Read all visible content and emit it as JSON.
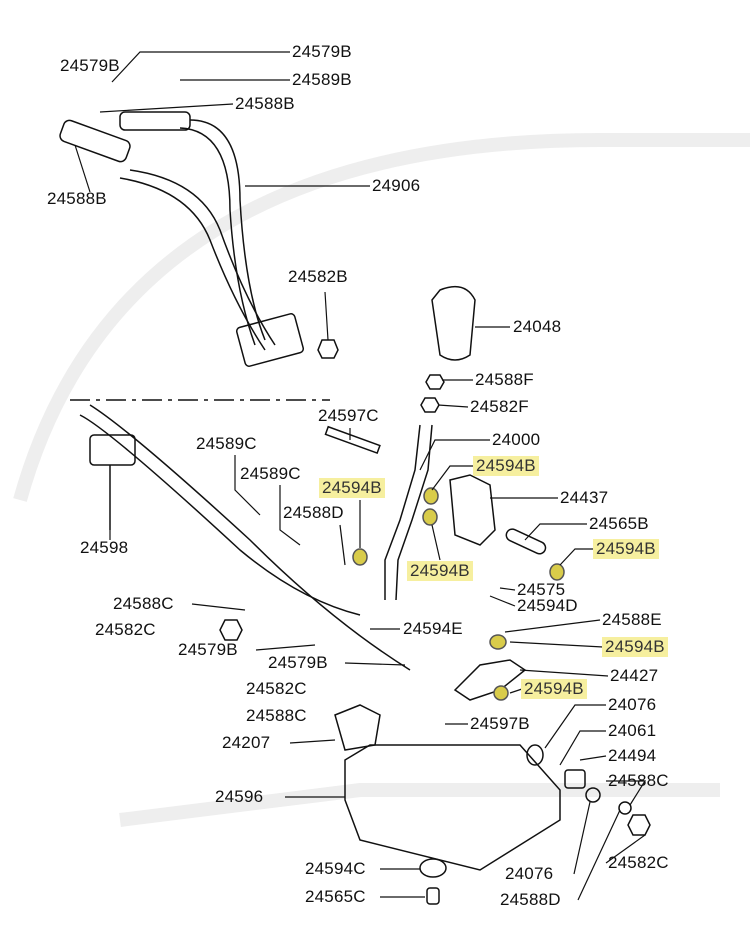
{
  "colors": {
    "highlight": "#f6ef9f",
    "highlighted_part": "#d9cc4a",
    "line": "#111111",
    "watermark": "#eeeeee"
  },
  "labels": [
    {
      "text": "24579B",
      "highlight": false
    },
    {
      "text": "24579B",
      "highlight": false
    },
    {
      "text": "24589B",
      "highlight": false
    },
    {
      "text": "24588B",
      "highlight": false
    },
    {
      "text": "24588B",
      "highlight": false
    },
    {
      "text": "24906",
      "highlight": false
    },
    {
      "text": "24582B",
      "highlight": false
    },
    {
      "text": "24048",
      "highlight": false
    },
    {
      "text": "24588F",
      "highlight": false
    },
    {
      "text": "24582F",
      "highlight": false
    },
    {
      "text": "24597C",
      "highlight": false
    },
    {
      "text": "24000",
      "highlight": false
    },
    {
      "text": "24589C",
      "highlight": false
    },
    {
      "text": "24594B",
      "highlight": true
    },
    {
      "text": "24589C",
      "highlight": false
    },
    {
      "text": "24594B",
      "highlight": true
    },
    {
      "text": "24437",
      "highlight": false
    },
    {
      "text": "24588D",
      "highlight": false
    },
    {
      "text": "24565B",
      "highlight": false
    },
    {
      "text": "24598",
      "highlight": false
    },
    {
      "text": "24594B",
      "highlight": true
    },
    {
      "text": "24594B",
      "highlight": true
    },
    {
      "text": "24575",
      "highlight": false
    },
    {
      "text": "24588C",
      "highlight": false
    },
    {
      "text": "24594D",
      "highlight": false
    },
    {
      "text": "24588E",
      "highlight": false
    },
    {
      "text": "24582C",
      "highlight": false
    },
    {
      "text": "24594E",
      "highlight": false
    },
    {
      "text": "24594B",
      "highlight": true
    },
    {
      "text": "24579B",
      "highlight": false
    },
    {
      "text": "24579B",
      "highlight": false
    },
    {
      "text": "24427",
      "highlight": false
    },
    {
      "text": "24582C",
      "highlight": false
    },
    {
      "text": "24594B",
      "highlight": true
    },
    {
      "text": "24588C",
      "highlight": false
    },
    {
      "text": "24076",
      "highlight": false
    },
    {
      "text": "24597B",
      "highlight": false
    },
    {
      "text": "24061",
      "highlight": false
    },
    {
      "text": "24207",
      "highlight": false
    },
    {
      "text": "24494",
      "highlight": false
    },
    {
      "text": "24596",
      "highlight": false
    },
    {
      "text": "24588C",
      "highlight": false
    },
    {
      "text": "24594C",
      "highlight": false
    },
    {
      "text": "24076",
      "highlight": false
    },
    {
      "text": "24582C",
      "highlight": false
    },
    {
      "text": "24565C",
      "highlight": false
    },
    {
      "text": "24588D",
      "highlight": false
    }
  ]
}
